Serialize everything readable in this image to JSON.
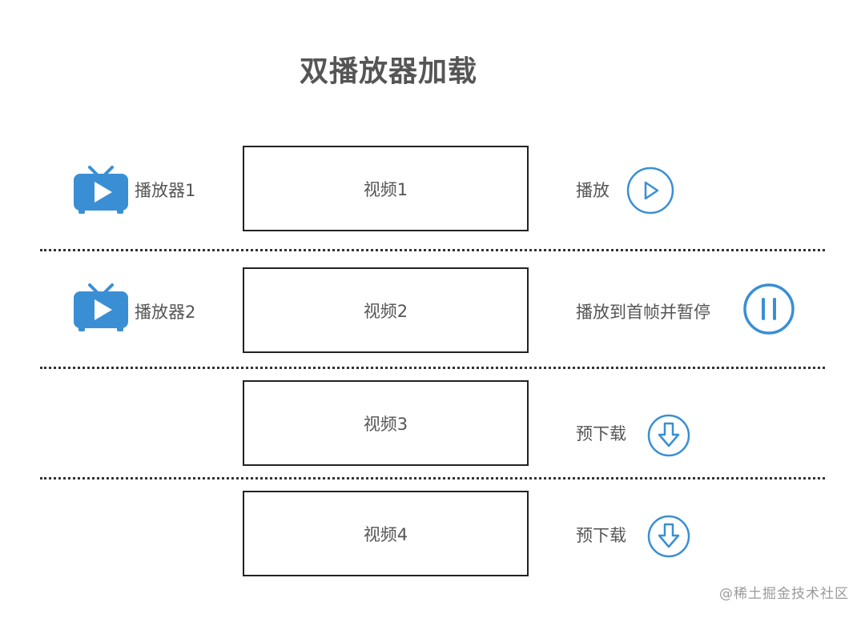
{
  "title": "双播放器加载",
  "colors": {
    "accent": "#3a8fd4",
    "text": "#555555",
    "border": "#222222"
  },
  "rows": [
    {
      "player_label": "播放器1",
      "video_label": "视频1",
      "action_label": "播放",
      "action_icon": "play-circle-icon"
    },
    {
      "player_label": "播放器2",
      "video_label": "视频2",
      "action_label": "播放到首帧并暂停",
      "action_icon": "pause-circle-icon"
    },
    {
      "video_label": "视频3",
      "action_label": "预下载",
      "action_icon": "download-circle-icon"
    },
    {
      "video_label": "视频4",
      "action_label": "预下载",
      "action_icon": "download-circle-icon"
    }
  ],
  "watermark": "@稀土掘金技术社区"
}
